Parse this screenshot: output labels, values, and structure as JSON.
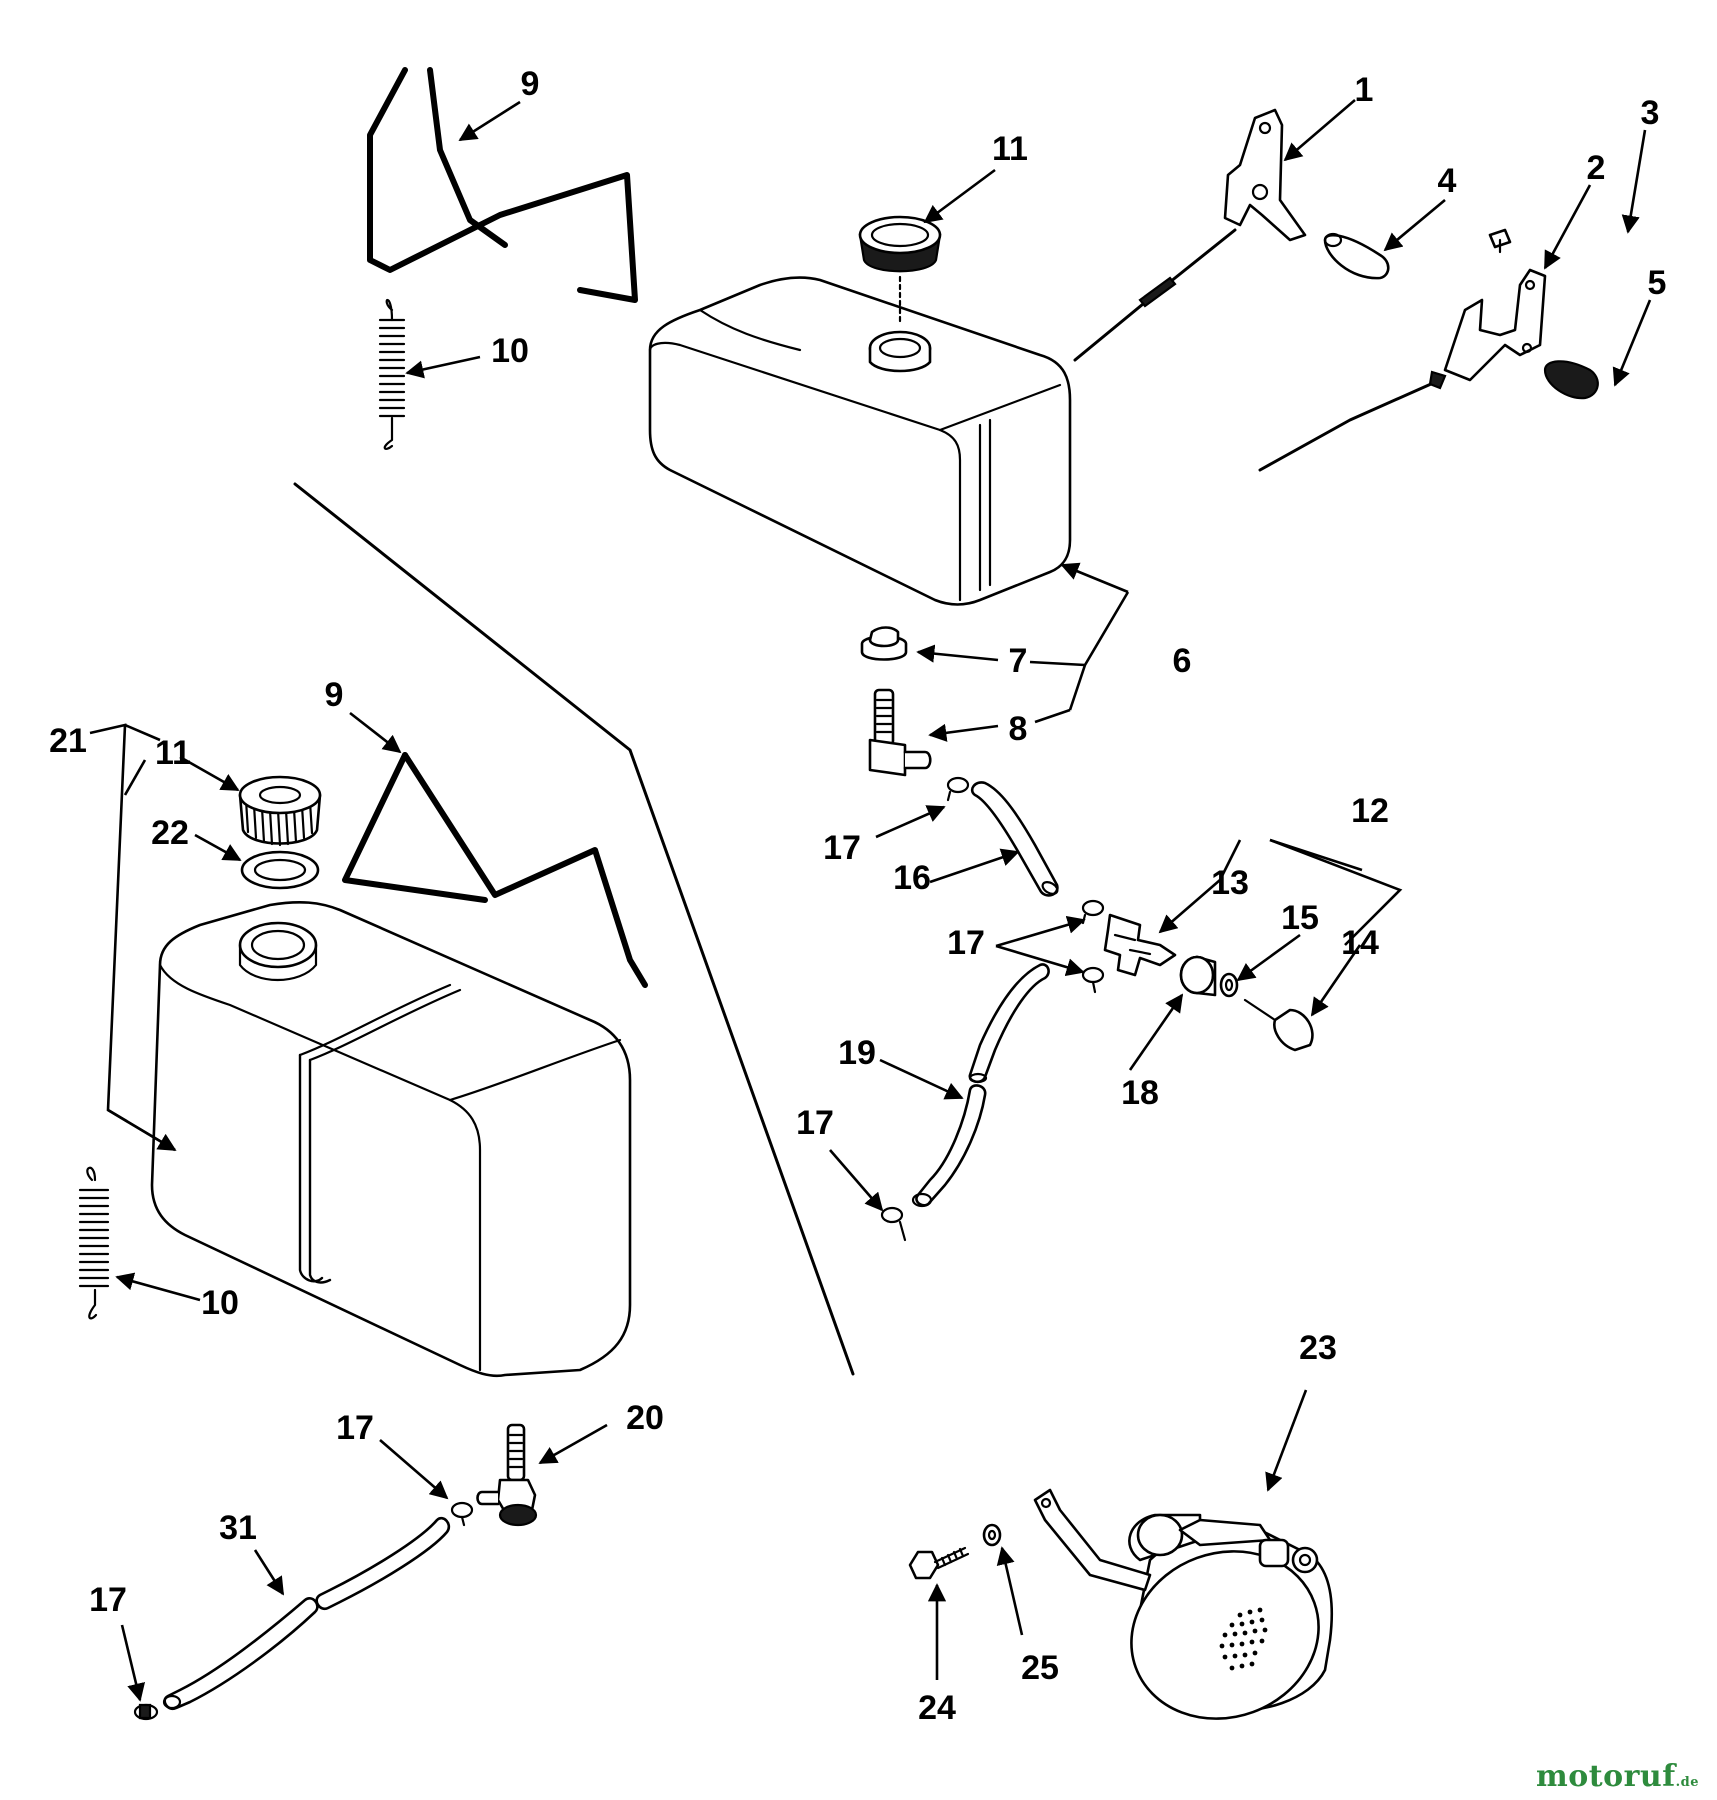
{
  "callouts": {
    "c1": "1",
    "c2": "2",
    "c3": "3",
    "c4": "4",
    "c5": "5",
    "c6": "6",
    "c7": "7",
    "c8": "8",
    "c9a": "9",
    "c9b": "9",
    "c10a": "10",
    "c10b": "10",
    "c11a": "11",
    "c11b": "11",
    "c12": "12",
    "c13": "13",
    "c14": "14",
    "c15": "15",
    "c16": "16",
    "c17a": "17",
    "c17b": "17",
    "c17c": "17",
    "c17d": "17",
    "c17e": "17",
    "c18": "18",
    "c19": "19",
    "c20": "20",
    "c21": "21",
    "c22": "22",
    "c23": "23",
    "c24": "24",
    "c25": "25",
    "c31": "31"
  },
  "watermark": {
    "brand": "motoruf",
    "suffix": ".de",
    "color": "#2e8b3d"
  }
}
